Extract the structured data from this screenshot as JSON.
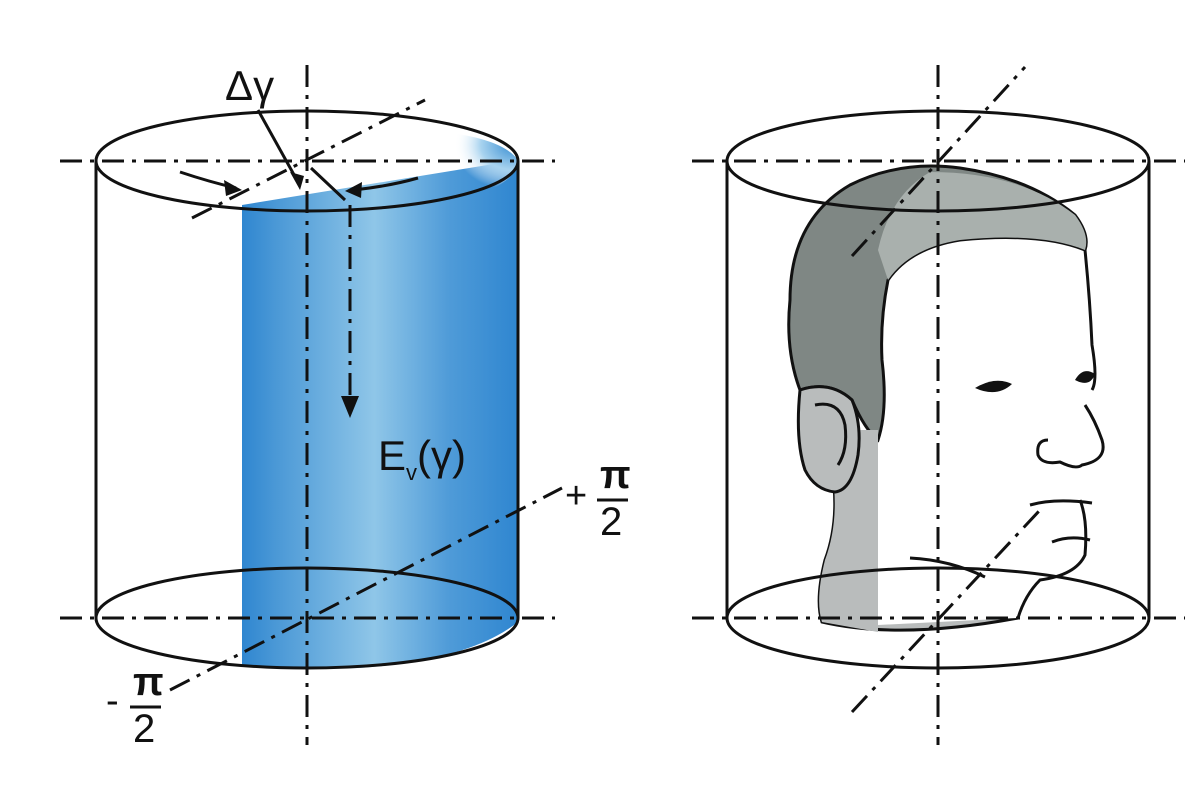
{
  "left_panel": {
    "delta_symbol": "Δ",
    "gamma_symbol": "γ",
    "illuminance_main": "E",
    "illuminance_sub": "v",
    "illuminance_arg": "(γ)",
    "plus_sign": "+",
    "minus_sign": "-",
    "pi_symbol": "π",
    "denominator": "2",
    "band_color_dark": "#2f7fc9",
    "band_color_light": "#8cc4e6"
  },
  "right_panel": {
    "hair_color": "#808784",
    "hair_light_color": "#a9b0ad",
    "neck_color": "#b9bcbc"
  }
}
